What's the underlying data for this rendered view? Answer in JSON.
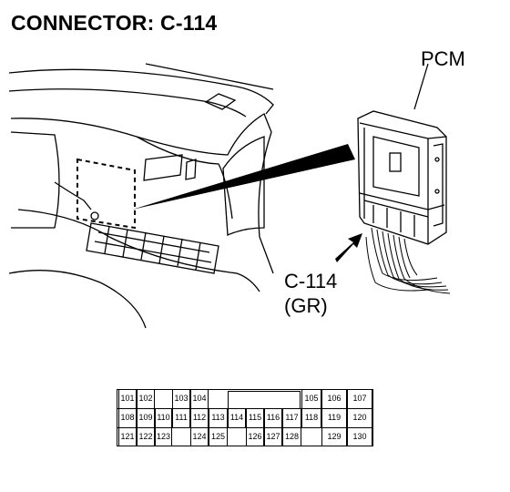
{
  "title": "CONNECTOR: C-114",
  "module_label": "PCM",
  "connector_label": "C-114",
  "connector_color": "(GR)",
  "pinout": {
    "row1": [
      {
        "n": "101",
        "boxed": true
      },
      {
        "n": "102",
        "boxed": true
      },
      {
        "n": "",
        "boxed": false
      },
      {
        "n": "103",
        "boxed": true
      },
      {
        "n": "104",
        "boxed": true
      },
      {
        "n": "",
        "boxed": false
      },
      {
        "n": "",
        "boxed": false
      },
      {
        "n": "",
        "boxed": false
      },
      {
        "n": "",
        "boxed": false
      },
      {
        "n": "",
        "boxed": false
      },
      {
        "n": "105",
        "boxed": true
      },
      {
        "n": "106",
        "boxed": true
      },
      {
        "n": "107",
        "boxed": true
      }
    ],
    "row2": [
      {
        "n": "108",
        "boxed": true
      },
      {
        "n": "109",
        "boxed": true
      },
      {
        "n": "110",
        "boxed": true
      },
      {
        "n": "111",
        "boxed": true
      },
      {
        "n": "112",
        "boxed": true
      },
      {
        "n": "113",
        "boxed": true
      },
      {
        "n": "114",
        "boxed": true
      },
      {
        "n": "115",
        "boxed": true
      },
      {
        "n": "116",
        "boxed": true
      },
      {
        "n": "117",
        "boxed": true
      },
      {
        "n": "118",
        "boxed": true
      },
      {
        "n": "119",
        "boxed": true
      },
      {
        "n": "120",
        "boxed": true
      }
    ],
    "row3": [
      {
        "n": "121",
        "boxed": true
      },
      {
        "n": "122",
        "boxed": true
      },
      {
        "n": "123",
        "boxed": true
      },
      {
        "n": "",
        "boxed": false
      },
      {
        "n": "124",
        "boxed": true
      },
      {
        "n": "125",
        "boxed": true
      },
      {
        "n": "",
        "boxed": false
      },
      {
        "n": "126",
        "boxed": true
      },
      {
        "n": "127",
        "boxed": true
      },
      {
        "n": "128",
        "boxed": true
      },
      {
        "n": "",
        "boxed": false
      },
      {
        "n": "129",
        "boxed": true
      },
      {
        "n": "130",
        "boxed": true
      }
    ]
  }
}
